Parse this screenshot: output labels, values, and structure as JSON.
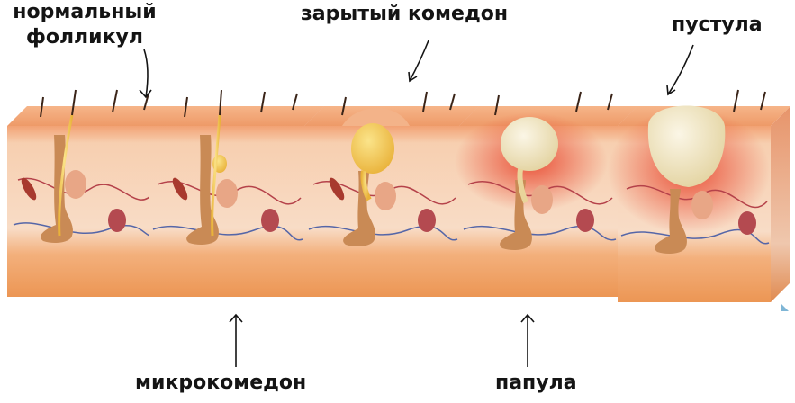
{
  "labels": {
    "normal_line1": "нормальный",
    "normal_line2": "фолликул",
    "closed_comedo": "зарытый комедон",
    "pustule": "пустула",
    "microcomedo": "микрокомедон",
    "papule": "папула"
  },
  "colors": {
    "skin_top": "#f2a676",
    "epidermis": "#f5c09a",
    "dermis": "#f7d5bd",
    "fat": "#f0a060",
    "inflamed": "#e8553a",
    "sebum": "#f3c84a",
    "pus": "#f4f0e0",
    "hair": "#3a2418"
  }
}
